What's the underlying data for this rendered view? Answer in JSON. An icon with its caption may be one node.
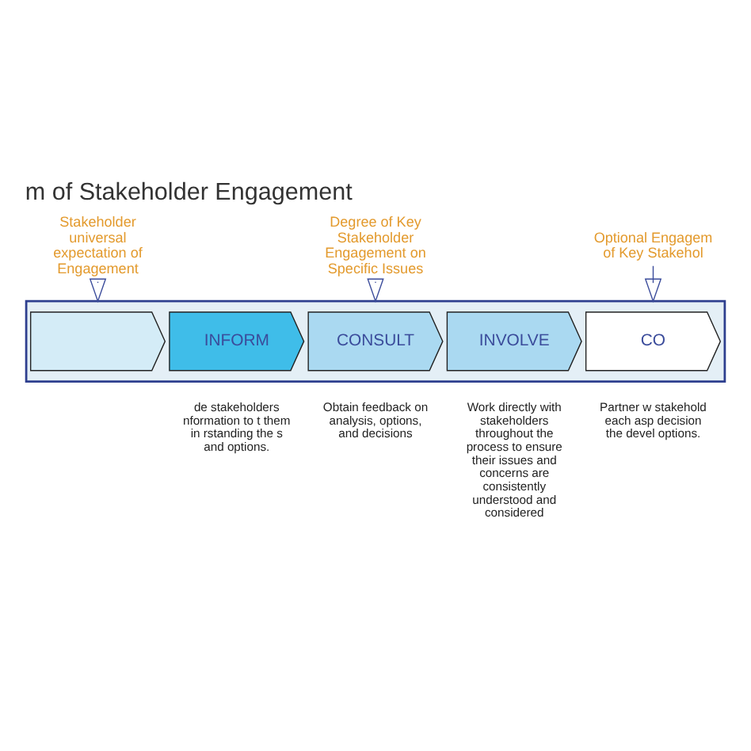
{
  "diagram": {
    "title": "m of Stakeholder Engagement",
    "nodes": [
      {
        "text": [
          "Stakeholder universal expectation of Engagement"
        ]
      },
      {
        "text": [
          "Degree of Key Stakeholder Engagement on Specific Issues"
        ]
      },
      {
        "text": [
          "Optional Engagem of Key Stakehol"
        ]
      },
      {
        "text": [],
        "shape": "bar"
      },
      {
        "text": [],
        "shape": "chevron",
        "in": 3
      },
      {
        "text": [
          "INFORM"
        ],
        "in": 3,
        "beside": [
          "de stakeholders nformation to t them in rstanding the s and options."
        ]
      },
      {
        "text": [
          "CONSULT"
        ],
        "in": 3,
        "beside": [
          "Obtain feedback on analysis, options, and decisions"
        ]
      },
      {
        "text": [
          "INVOLVE"
        ],
        "in": 3,
        "beside": [
          "Work directly with stakeholders throughout the process to ensure their issues and concerns are consistently understood and considered"
        ]
      },
      {
        "text": [
          "CO"
        ],
        "in": 3,
        "beside": [
          "Partner w stakehold each asp decision the devel options."
        ]
      }
    ],
    "edges": [
      {
        "from": 0,
        "to": 3,
        "arrow": "to"
      },
      {
        "from": 1,
        "to": 3,
        "arrow": "to"
      },
      {
        "from": 2,
        "to": 3,
        "arrow": "to"
      }
    ]
  }
}
